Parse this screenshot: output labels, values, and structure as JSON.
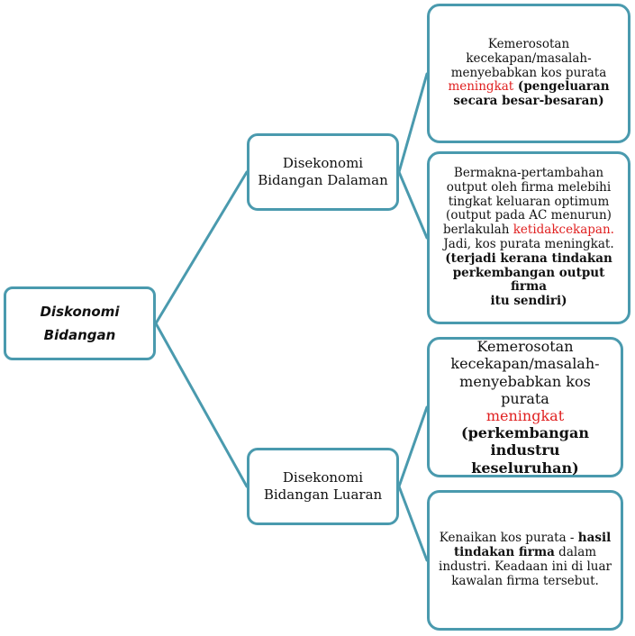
{
  "colors": {
    "border": "#4a9aae",
    "connector": "#4a9aae",
    "highlight": "#e02020"
  },
  "root": {
    "line1": "Diskonomi",
    "line2": "Bidangan"
  },
  "internal": {
    "title_line1": "Disekonomi",
    "title_line2": "Bidangan Dalaman",
    "leaf1": {
      "l1": "Kemerosotan",
      "l2": "kecekapan/masalah-",
      "l3": "menyebabkan kos purata",
      "l4_red": "meningkat",
      "l4_bold": " (pengeluaran",
      "l5_bold": "secara besar-besaran)"
    },
    "leaf2": {
      "l1": "Bermakna-pertambahan",
      "l2": "output oleh firma melebihi",
      "l3": "tingkat keluaran optimum",
      "l4": "(output pada AC menurun)",
      "l5_pre": "berlakulah ",
      "l5_red": "ketidakcekapan.",
      "l6": "Jadi, kos purata meningkat.",
      "l7_bold": "(terjadi kerana tindakan",
      "l8_bold": "perkembangan output firma",
      "l9_bold": "itu sendiri)"
    }
  },
  "external": {
    "title_line1": "Disekonomi",
    "title_line2": "Bidangan Luaran",
    "leaf1": {
      "l1": "Kemerosotan",
      "l2": "kecekapan/masalah-",
      "l3": "menyebabkan kos purata",
      "l4_red": "meningkat",
      "l5_bold": "(perkembangan",
      "l6_bold": "industru keseluruhan)"
    },
    "leaf2": {
      "l1_pre": "Kenaikan kos purata - ",
      "l1_bold": "hasil",
      "l2_bold": "tindakan firma",
      "l2_post": " dalam",
      "l3": "industri. Keadaan ini di luar",
      "l4": "kawalan firma tersebut."
    }
  }
}
